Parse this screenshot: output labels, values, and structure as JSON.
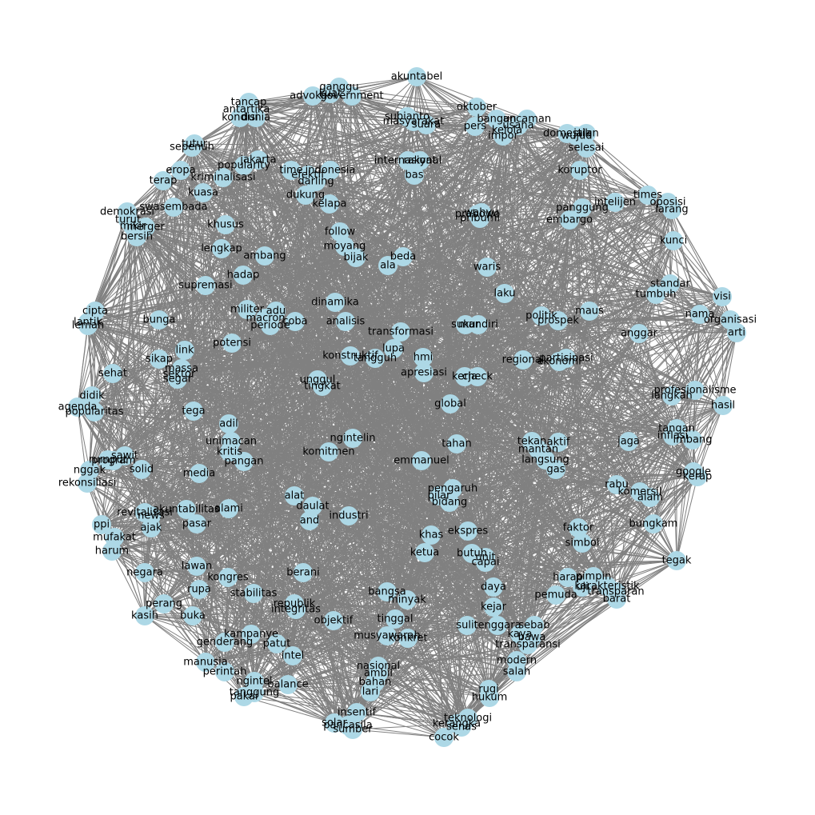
{
  "style": {
    "edge_color": "#808080",
    "node_color": "#add8e6",
    "label_color": "#000000",
    "background": "#ffffff"
  },
  "graph": {
    "nodes": [
      {
        "label": "akuntabel"
      },
      {
        "label": "ganggu"
      },
      {
        "label": "advokasi"
      },
      {
        "label": "kuat"
      },
      {
        "label": "government"
      },
      {
        "label": "tancap"
      },
      {
        "label": "antartika"
      },
      {
        "label": "kondisi"
      },
      {
        "label": "dunia"
      },
      {
        "label": "oktober"
      },
      {
        "label": "bangun"
      },
      {
        "label": "ancaman"
      },
      {
        "label": "subianto"
      },
      {
        "label": "masyarakat"
      },
      {
        "label": "suara"
      },
      {
        "label": "pers"
      },
      {
        "label": "kelola"
      },
      {
        "label": "impor"
      },
      {
        "label": "usaha"
      },
      {
        "label": "domestik"
      },
      {
        "label": "jalan"
      },
      {
        "label": "wujud"
      },
      {
        "label": "selesai"
      },
      {
        "label": "sepenuh"
      },
      {
        "label": "jakarta"
      },
      {
        "label": "popularity"
      },
      {
        "label": "eropa"
      },
      {
        "label": "terap"
      },
      {
        "label": "kriminalisasi"
      },
      {
        "label": "kuasa"
      },
      {
        "label": "time"
      },
      {
        "label": "indonesia"
      },
      {
        "label": "efektif"
      },
      {
        "label": "darling"
      },
      {
        "label": "dukung"
      },
      {
        "label": "kelapa"
      },
      {
        "label": "internasional"
      },
      {
        "label": "rakyat"
      },
      {
        "label": "bas"
      },
      {
        "label": "koruptor"
      },
      {
        "label": "times"
      },
      {
        "label": "oposisi"
      },
      {
        "label": "larang"
      },
      {
        "label": "intelijen"
      },
      {
        "label": "panggung"
      },
      {
        "label": "embargo"
      },
      {
        "label": "demokrasi"
      },
      {
        "label": "swasembada"
      },
      {
        "label": "bersih"
      },
      {
        "label": "khusus"
      },
      {
        "label": "lengkap"
      },
      {
        "label": "ambang"
      },
      {
        "label": "follow"
      },
      {
        "label": "moyang"
      },
      {
        "label": "bijak"
      },
      {
        "label": "ala"
      },
      {
        "label": "beda"
      },
      {
        "label": "prabowo"
      },
      {
        "label": "kunci"
      },
      {
        "label": "waris"
      },
      {
        "label": "supremasi"
      },
      {
        "label": "hadap"
      },
      {
        "label": "laku"
      },
      {
        "label": "standar"
      },
      {
        "label": "tumbuh"
      },
      {
        "label": "cipta"
      },
      {
        "label": "lemah"
      },
      {
        "label": "bunga"
      },
      {
        "label": "militer"
      },
      {
        "label": "adu"
      },
      {
        "label": "macron"
      },
      {
        "label": "periode"
      },
      {
        "label": "coba"
      },
      {
        "label": "dinamika"
      },
      {
        "label": "analisis"
      },
      {
        "label": "politik"
      },
      {
        "label": "prospek"
      },
      {
        "label": "maus"
      },
      {
        "label": "visi"
      },
      {
        "label": "nama"
      },
      {
        "label": "organisasi"
      },
      {
        "label": "arti"
      },
      {
        "label": "anggar"
      },
      {
        "label": "mandiri"
      },
      {
        "label": "sukur"
      },
      {
        "label": "transformasi"
      },
      {
        "label": "potensi"
      },
      {
        "label": "link"
      },
      {
        "label": "sikap"
      },
      {
        "label": "massa"
      },
      {
        "label": "sektor"
      },
      {
        "label": "segar"
      },
      {
        "label": "lupa"
      },
      {
        "label": "hmi"
      },
      {
        "label": "konstruktif"
      },
      {
        "label": "tangguh"
      },
      {
        "label": "regional"
      },
      {
        "label": "partisipasi"
      },
      {
        "label": "ekonomi"
      },
      {
        "label": "apresiasi"
      },
      {
        "label": "kerja"
      },
      {
        "label": "check"
      },
      {
        "label": "sehat"
      },
      {
        "label": "unggul"
      },
      {
        "label": "tingkat"
      },
      {
        "label": "profesionalisme"
      },
      {
        "label": "langkah"
      },
      {
        "label": "hasil"
      },
      {
        "label": "agenda"
      },
      {
        "label": "popularitas"
      },
      {
        "label": "tega"
      },
      {
        "label": "global"
      },
      {
        "label": "adil"
      },
      {
        "label": "unimacan"
      },
      {
        "label": "kritis"
      },
      {
        "label": "pangan"
      },
      {
        "label": "ngintelin"
      },
      {
        "label": "komitmen"
      },
      {
        "label": "tahan"
      },
      {
        "label": "tekan"
      },
      {
        "label": "aktif"
      },
      {
        "label": "mantan"
      },
      {
        "label": "langsung"
      },
      {
        "label": "gas"
      },
      {
        "label": "jaga"
      },
      {
        "label": "tangan"
      },
      {
        "label": "inflasi"
      },
      {
        "label": "imbang"
      },
      {
        "label": "sawit"
      },
      {
        "label": "program"
      },
      {
        "label": "solid"
      },
      {
        "label": "nggak"
      },
      {
        "label": "rekonsiliasi"
      },
      {
        "label": "media"
      },
      {
        "label": "emmanuel"
      },
      {
        "label": "pengaruh"
      },
      {
        "label": "bidang"
      },
      {
        "label": "pilar"
      },
      {
        "label": "google"
      },
      {
        "label": "kerap"
      },
      {
        "label": "rabu"
      },
      {
        "label": "komersil"
      },
      {
        "label": "alam"
      },
      {
        "label": "bungkam"
      },
      {
        "label": "alat"
      },
      {
        "label": "daulat"
      },
      {
        "label": "and"
      },
      {
        "label": "industri"
      },
      {
        "label": "revitalisasi"
      },
      {
        "label": "akuntabilitas"
      },
      {
        "label": "news"
      },
      {
        "label": "pasar"
      },
      {
        "label": "ajak"
      },
      {
        "label": "alami"
      },
      {
        "label": "ppi"
      },
      {
        "label": "mufakat"
      },
      {
        "label": "harum"
      },
      {
        "label": "khas"
      },
      {
        "label": "ekspres"
      },
      {
        "label": "ketua"
      },
      {
        "label": "butuh"
      },
      {
        "label": "capai"
      },
      {
        "label": "faktor"
      },
      {
        "label": "simbol"
      },
      {
        "label": "negara"
      },
      {
        "label": "lawan"
      },
      {
        "label": "rupa"
      },
      {
        "label": "kongres"
      },
      {
        "label": "berani"
      },
      {
        "label": "tegak"
      },
      {
        "label": "stabilitas"
      },
      {
        "label": "republik"
      },
      {
        "label": "integritas"
      },
      {
        "label": "daya"
      },
      {
        "label": "bangsa"
      },
      {
        "label": "minyak"
      },
      {
        "label": "harap"
      },
      {
        "label": "pimpin"
      },
      {
        "label": "karakteristik"
      },
      {
        "label": "transparan"
      },
      {
        "label": "barat"
      },
      {
        "label": "pemuda"
      },
      {
        "label": "perang"
      },
      {
        "label": "kasih"
      },
      {
        "label": "buka"
      },
      {
        "label": "kejar"
      },
      {
        "label": "objektif"
      },
      {
        "label": "tinggal"
      },
      {
        "label": "sulit"
      },
      {
        "label": "tenggara"
      },
      {
        "label": "sebab"
      },
      {
        "label": "kampanye"
      },
      {
        "label": "genderang"
      },
      {
        "label": "patut"
      },
      {
        "label": "intel"
      },
      {
        "label": "musyawarah"
      },
      {
        "label": "konkret"
      },
      {
        "label": "bawa"
      },
      {
        "label": "transparansi"
      },
      {
        "label": "modern"
      },
      {
        "label": "manusia"
      },
      {
        "label": "perintah"
      },
      {
        "label": "nasional"
      },
      {
        "label": "ambil"
      },
      {
        "label": "salah"
      },
      {
        "label": "ngintel"
      },
      {
        "label": "balance"
      },
      {
        "label": "bahan"
      },
      {
        "label": "lari"
      },
      {
        "label": "tanggung"
      },
      {
        "label": "pakai"
      },
      {
        "label": "hukum"
      },
      {
        "label": "rugi"
      },
      {
        "label": "insentif"
      },
      {
        "label": "teknologi"
      },
      {
        "label": "solar"
      },
      {
        "label": "pancasila"
      },
      {
        "label": "sumber"
      },
      {
        "label": "kerangka"
      },
      {
        "label": "senas"
      },
      {
        "label": "cocok"
      },
      {
        "label": "tutur"
      },
      {
        "label": "turut"
      },
      {
        "label": "mikir"
      },
      {
        "label": "merger"
      },
      {
        "label": "lantik"
      },
      {
        "label": "didik"
      },
      {
        "label": "rumput"
      },
      {
        "label": "pribumi"
      },
      {
        "label": "wahyu"
      },
      {
        "label": "uji"
      },
      {
        "label": "kaya"
      },
      {
        "label": "unit"
      }
    ]
  }
}
